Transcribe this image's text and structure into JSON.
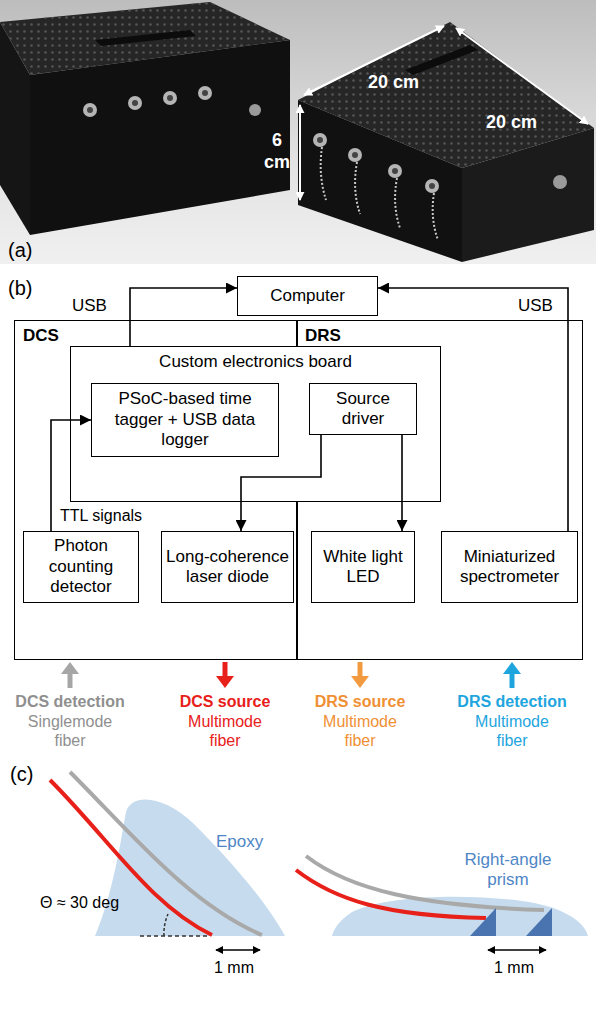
{
  "diagram": {
    "nodes": [
      {
        "text": [
          "Computer"
        ]
      },
      {
        "text": [
          "DCS"
        ]
      },
      {
        "text": [
          "DRS"
        ]
      },
      {
        "text": [
          "Custom electronics board"
        ]
      },
      {
        "text": [
          "PSoC-based time tagger + USB data logger"
        ],
        "in": 3
      },
      {
        "text": [
          "Source driver"
        ],
        "in": 3
      },
      {
        "text": [
          "Photon counting detector"
        ],
        "in": 1
      },
      {
        "text": [
          "Long-coherence laser diode"
        ],
        "in": 1
      },
      {
        "text": [
          "White light LED"
        ],
        "in": 2
      },
      {
        "text": [
          "Miniaturized spectrometer"
        ],
        "in": 2
      }
    ],
    "edges": [
      {
        "from": 3,
        "to": 0,
        "arrow": "to",
        "label": "USB"
      },
      {
        "from": 9,
        "to": 0,
        "arrow": "to",
        "label": "USB"
      },
      {
        "from": 6,
        "to": 4,
        "arrow": "to",
        "label": "TTL signals"
      },
      {
        "from": 5,
        "to": 7,
        "arrow": "to"
      },
      {
        "from": 5,
        "to": 8,
        "arrow": "to"
      }
    ],
    "labels": [
      "(a)",
      "20 cm",
      "20 cm",
      "6 cm",
      "(b)",
      "DCS detection",
      "Singlemode fiber",
      "DCS source",
      "Multimode fiber",
      "DRS source",
      "Multimode fiber",
      "DRS detection",
      "Multimode fiber",
      "(c)",
      "Epoxy",
      "Θ ≈ 30 deg",
      "1 mm",
      "Right-angle prism",
      "1 mm"
    ]
  }
}
